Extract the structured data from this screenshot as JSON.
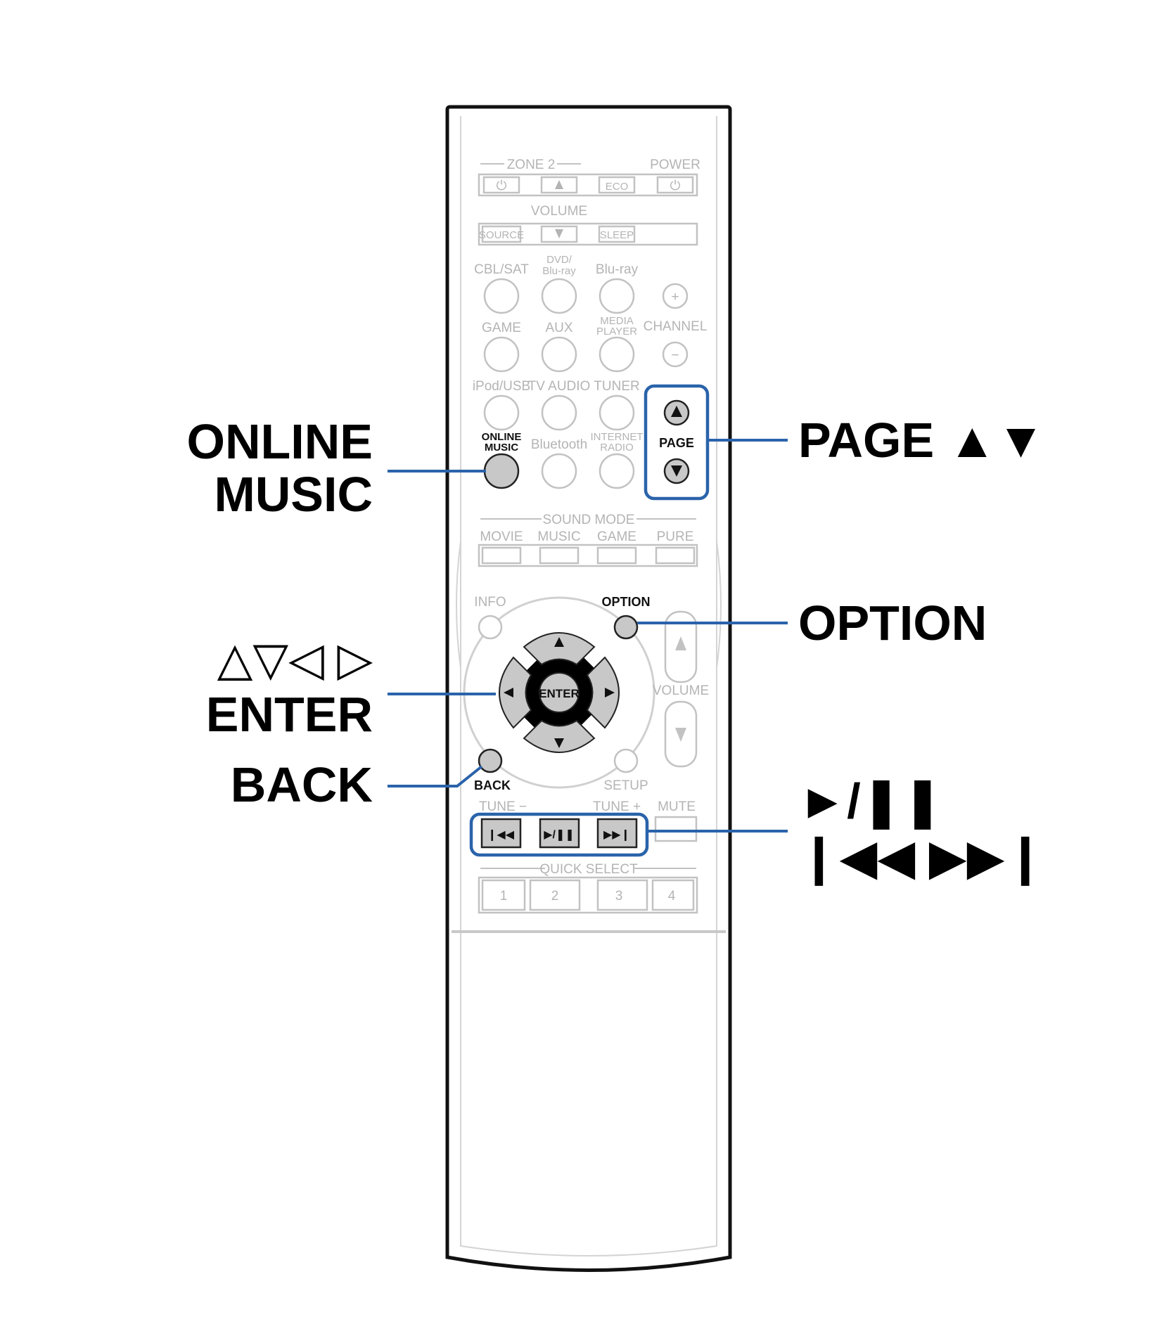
{
  "remote": {
    "zone2_label": "ZONE 2",
    "power_label": "POWER",
    "eco_label": "ECO",
    "volume_label": "VOLUME",
    "source_label": "SOURCE",
    "sleep_label": "SLEEP",
    "sources_row1": [
      "CBL/SAT",
      "DVD/",
      "Blu-ray",
      "Blu-ray"
    ],
    "cbl_sat": "CBL/SAT",
    "dvd_line1": "DVD/",
    "dvd_line2": "Blu-ray",
    "bluray": "Blu-ray",
    "game": "GAME",
    "aux": "AUX",
    "media_line1": "MEDIA",
    "media_line2": "PLAYER",
    "channel": "CHANNEL",
    "ipod_usb": "iPod/USB",
    "tv_audio": "TV AUDIO",
    "tuner": "TUNER",
    "online_line1": "ONLINE",
    "online_line2": "MUSIC",
    "bluetooth": "Bluetooth",
    "internet_line1": "INTERNET",
    "internet_line2": "RADIO",
    "page": "PAGE",
    "sound_mode": "SOUND MODE",
    "movie": "MOVIE",
    "music": "MUSIC",
    "game_mode": "GAME",
    "pure": "PURE",
    "info": "INFO",
    "option": "OPTION",
    "enter": "ENTER",
    "volume_side": "VOLUME",
    "back": "BACK",
    "setup": "SETUP",
    "tune_minus": "TUNE −",
    "tune_plus": "TUNE +",
    "mute": "MUTE",
    "quick_select": "QUICK SELECT",
    "quick_1": "1",
    "quick_2": "2",
    "quick_3": "3",
    "quick_4": "4"
  },
  "callouts": {
    "online_line1": "ONLINE",
    "online_line2": "MUSIC",
    "cursor_arrows": "△▽◁ ▷",
    "enter": "ENTER",
    "back": "BACK",
    "page": "PAGE ▲▼",
    "option": "OPTION",
    "play_pause": "►/❚❚",
    "skip": "❙◀◀ ▶▶❙"
  },
  "colors": {
    "leader": "#2a63aa",
    "button_gray": "#c8c8c8",
    "faint": "#b4b4b4"
  }
}
